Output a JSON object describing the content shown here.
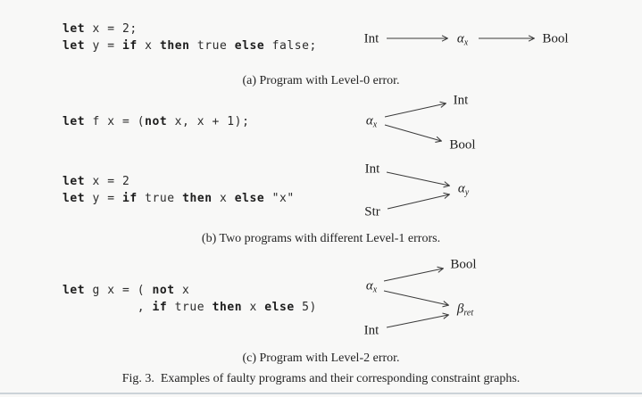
{
  "figure": {
    "caption": "Fig. 3.  Examples of faulty programs and their corresponding constraint graphs.",
    "section_a": {
      "caption": "(a) Program with Level-0 error.",
      "code": [
        [
          {
            "t": "let",
            "b": true
          },
          {
            "t": " x = 2;",
            "b": false
          }
        ],
        [
          {
            "t": "let",
            "b": true
          },
          {
            "t": " y = ",
            "b": false
          },
          {
            "t": "if",
            "b": true
          },
          {
            "t": " x ",
            "b": false
          },
          {
            "t": "then",
            "b": true
          },
          {
            "t": " true ",
            "b": false
          },
          {
            "t": "else",
            "b": true
          },
          {
            "t": " false;",
            "b": false
          }
        ]
      ],
      "graph": {
        "node_int": "Int",
        "node_alpha": {
          "base": "α",
          "sub": "x"
        },
        "node_bool": "Bool"
      }
    },
    "section_b": {
      "caption": "(b) Two programs with different Level-1 errors.",
      "program1": {
        "code": [
          [
            {
              "t": "let",
              "b": true
            },
            {
              "t": " f x = (",
              "b": false
            },
            {
              "t": "not",
              "b": true
            },
            {
              "t": " x, x + 1);",
              "b": false
            }
          ]
        ],
        "graph": {
          "node_alpha": {
            "base": "α",
            "sub": "x"
          },
          "node_int": "Int",
          "node_bool": "Bool"
        }
      },
      "program2": {
        "code": [
          [
            {
              "t": "let",
              "b": true
            },
            {
              "t": " x = 2",
              "b": false
            }
          ],
          [
            {
              "t": "let",
              "b": true
            },
            {
              "t": " y = ",
              "b": false
            },
            {
              "t": "if",
              "b": true
            },
            {
              "t": " true ",
              "b": false
            },
            {
              "t": "then",
              "b": true
            },
            {
              "t": " x ",
              "b": false
            },
            {
              "t": "else",
              "b": true
            },
            {
              "t": " \"x\"",
              "b": false
            }
          ]
        ],
        "graph": {
          "node_int": "Int",
          "node_str": "Str",
          "node_alpha": {
            "base": "α",
            "sub": "y"
          }
        }
      }
    },
    "section_c": {
      "caption": "(c) Program with Level-2 error.",
      "code": [
        [
          {
            "t": "let",
            "b": true
          },
          {
            "t": " g x = ( ",
            "b": false
          },
          {
            "t": "not",
            "b": true
          },
          {
            "t": " x",
            "b": false
          }
        ],
        [
          {
            "t": "          , ",
            "b": false
          },
          {
            "t": "if",
            "b": true
          },
          {
            "t": " true ",
            "b": false
          },
          {
            "t": "then",
            "b": true
          },
          {
            "t": " x ",
            "b": false
          },
          {
            "t": "else",
            "b": true
          },
          {
            "t": " 5)",
            "b": false
          }
        ]
      ],
      "graph": {
        "node_alpha": {
          "base": "α",
          "sub": "x"
        },
        "node_bool": "Bool",
        "node_beta": {
          "base": "β",
          "sub": "ret"
        },
        "node_int": "Int"
      }
    },
    "colors": {
      "arrow": "#3a3a3a",
      "background": "#f8f8f7"
    }
  }
}
